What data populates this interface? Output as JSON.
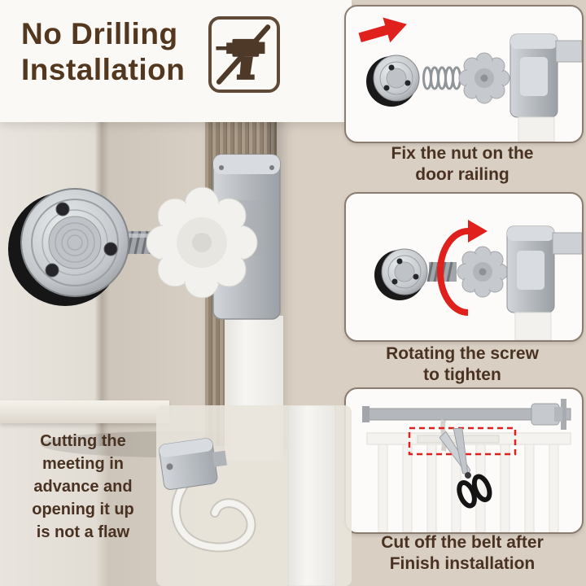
{
  "header": {
    "title_line1": "No Drilling",
    "title_line2": "Installation"
  },
  "steps": [
    {
      "line1": "Fix the nut on the",
      "line2": "door railing"
    },
    {
      "line1": "Rotating the screw",
      "line2": "to tighten"
    },
    {
      "line1": "Cut off the belt after",
      "line2": "Finish installation"
    }
  ],
  "note": {
    "lines": [
      "Cutting the",
      "meeting in",
      "advance and",
      "opening it up",
      "is not a flaw"
    ]
  },
  "icons": {
    "no_drilling": "crossed-out-drill",
    "step1_arrow": "red-right-arrow",
    "step2_arrow": "red-rotation-arrow",
    "step3_tool": "scissors"
  },
  "colors": {
    "background": "#d9cfc3",
    "text_brown": "#4a3222",
    "accent_red": "#e0201c",
    "panel_border": "#8a7d70",
    "metal_silver": "#b8bcc0",
    "gate_white": "#f2f1ed"
  }
}
